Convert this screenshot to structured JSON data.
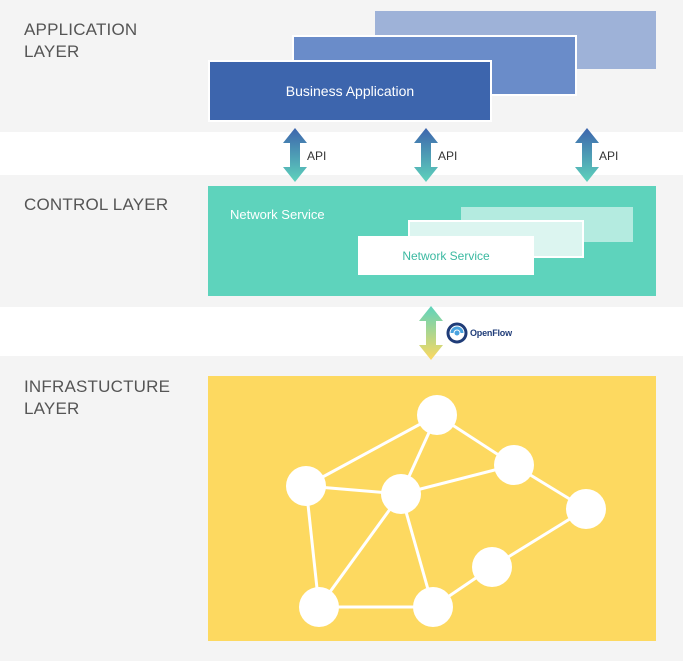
{
  "layers": {
    "application": {
      "label": "APPLICATION LAYER"
    },
    "control": {
      "label": "CONTROL LAYER"
    },
    "infrastructure": {
      "label": "INFRASTUCTURE LAYER"
    }
  },
  "application": {
    "app_label": "Business Application"
  },
  "apis": [
    "API",
    "API",
    "API"
  ],
  "control": {
    "service_title": "Network Service",
    "service_card_label": "Network Service"
  },
  "southbound": {
    "protocol_label": "OpenFlow",
    "logo_icon": "openflow-logo-icon"
  },
  "colors": {
    "app_dark": "#3d65ad",
    "app_mid": "#6a8cc9",
    "app_light": "#9eb2d8",
    "control": "#5ed3bc",
    "infrastructure": "#fdd960",
    "api_arrow_top": "#3d65ad",
    "api_arrow_bottom": "#5ed3bc"
  },
  "network_graph": {
    "nodes": [
      "n1",
      "n2",
      "n3",
      "n4",
      "n5",
      "n6",
      "n7",
      "n8"
    ],
    "edges": [
      [
        "n1",
        "n2"
      ],
      [
        "n1",
        "n3"
      ],
      [
        "n1",
        "n4"
      ],
      [
        "n2",
        "n4"
      ],
      [
        "n2",
        "n5"
      ],
      [
        "n3",
        "n4"
      ],
      [
        "n3",
        "n6"
      ],
      [
        "n4",
        "n6"
      ],
      [
        "n4",
        "n7"
      ],
      [
        "n6",
        "n7"
      ],
      [
        "n7",
        "n8"
      ],
      [
        "n8",
        "n5"
      ]
    ]
  }
}
